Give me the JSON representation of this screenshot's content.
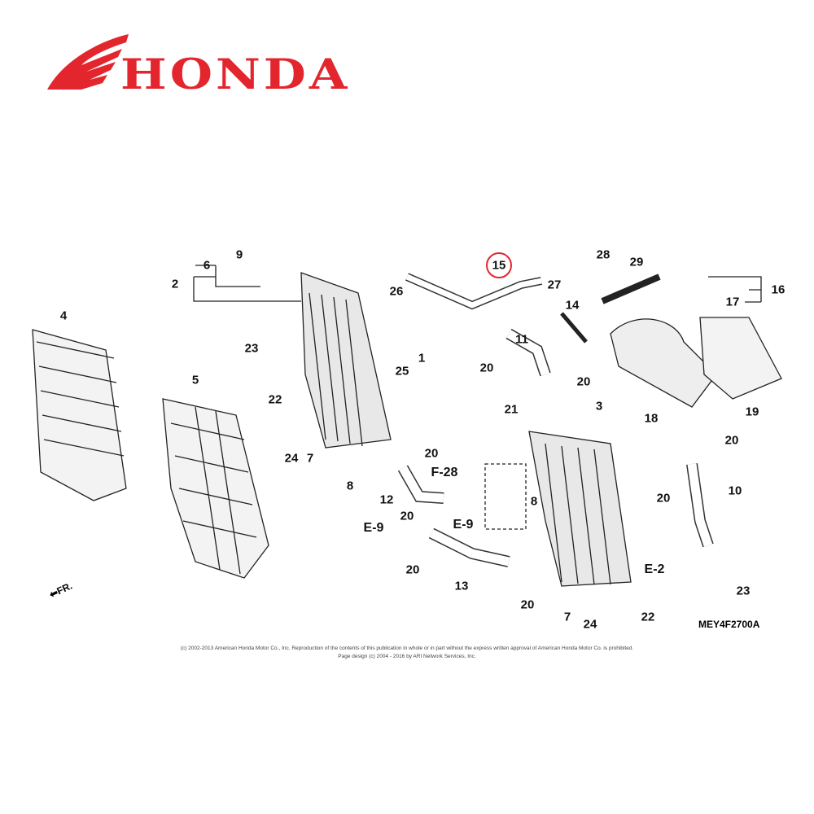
{
  "brand": {
    "name": "HONDA",
    "color": "#e3262e",
    "logo_icon": "honda-wing-icon"
  },
  "diagram": {
    "code": "MEY4F2700A",
    "direction_label": "FR.",
    "highlighted_part": "15",
    "highlight_color": "#e3262e",
    "copyright_line1": "(c) 2002-2013 American Honda Motor Co., Inc. Reproduction of the contents of this publication in whole or in part without the express written approval of American Honda Motor Co. is prohibited.",
    "copyright_line2": "Page design (c) 2004 - 2016 by ARI Network Services, Inc.",
    "callouts": [
      "4",
      "5",
      "2",
      "6",
      "9",
      "23",
      "22",
      "24",
      "7",
      "8",
      "26",
      "25",
      "1",
      "20",
      "15",
      "27",
      "11",
      "14",
      "28",
      "29",
      "16",
      "17",
      "18",
      "19",
      "20",
      "21",
      "3",
      "20",
      "10",
      "20",
      "F-28",
      "12",
      "20",
      "E-9",
      "E-9",
      "8",
      "20",
      "13",
      "20",
      "7",
      "24",
      "22",
      "E-2",
      "23",
      "20"
    ]
  }
}
